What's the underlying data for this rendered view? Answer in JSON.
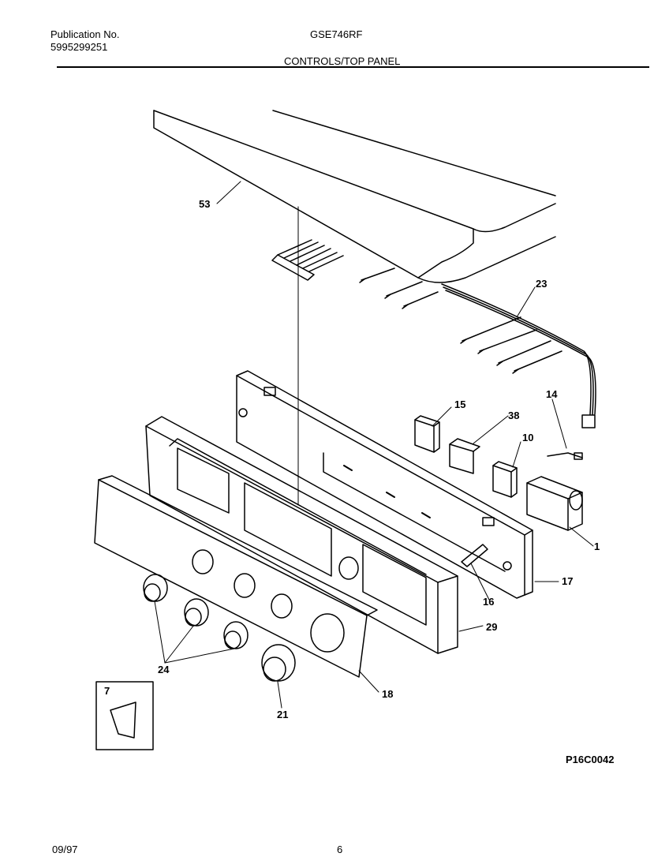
{
  "header": {
    "publication_label": "Publication No.",
    "publication_number": "5995299251",
    "model": "GSE746RF",
    "section_title": "CONTROLS/TOP PANEL"
  },
  "callouts": {
    "c53": "53",
    "c23": "23",
    "c15": "15",
    "c38": "38",
    "c14": "14",
    "c10": "10",
    "c1": "1",
    "c17": "17",
    "c16": "16",
    "c29": "29",
    "c24": "24",
    "c18": "18",
    "c21": "21",
    "c7": "7"
  },
  "reference_code": "P16C0042",
  "footer": {
    "date": "09/97",
    "page": "6"
  }
}
